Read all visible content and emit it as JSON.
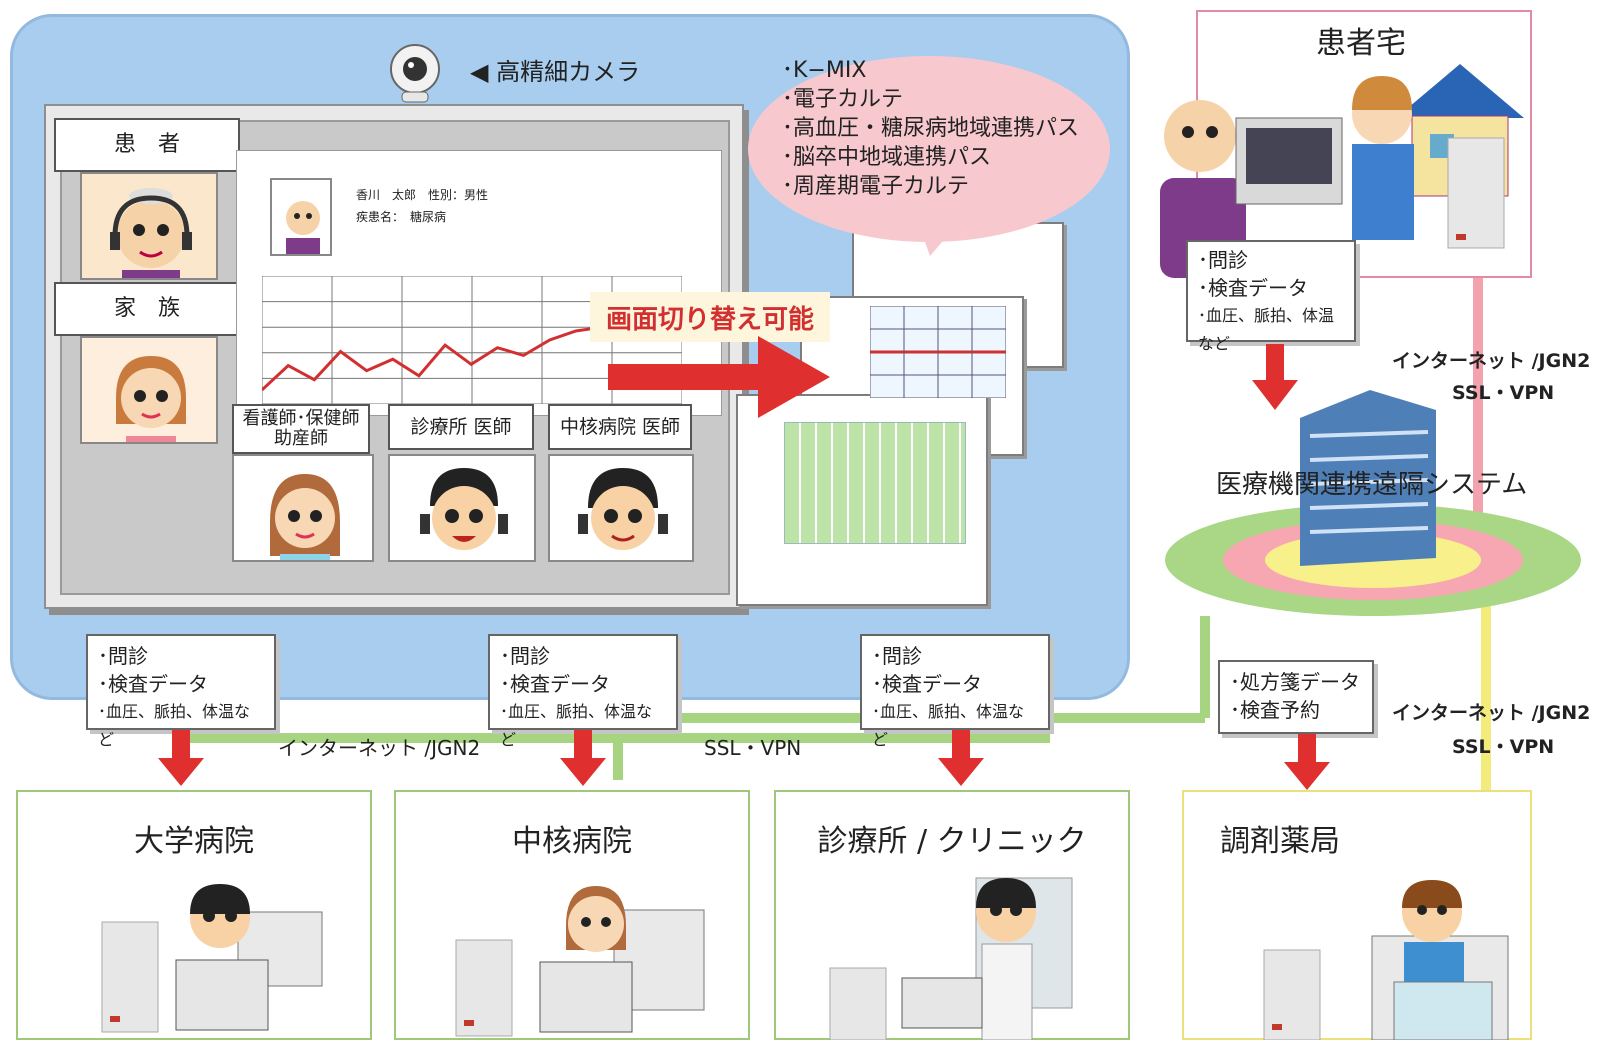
{
  "camera": {
    "label": "◀ 高精細カメラ"
  },
  "monitor": {
    "patient_label": "患　者",
    "family_label": "家　族",
    "nurse_label": "看護師･保健師\n助産師",
    "clinic_doctor_label": "診療所 医師",
    "core_doctor_label": "中核病院 医師",
    "record_line1": "香川　太郎　性別：男性",
    "record_line2": "疾患名：　糖尿病",
    "chart_data": {
      "type": "line",
      "values": [
        11,
        30,
        19,
        41,
        26,
        35,
        22,
        46,
        31,
        44,
        38,
        50,
        57,
        60
      ],
      "ylim": [
        0,
        100
      ],
      "grid": true,
      "color": "#d23030"
    }
  },
  "switch_label": "画面切り替え可能",
  "bubble": {
    "items": [
      "･K−MIX",
      "･電子カルテ",
      "･高血圧・糖尿病地域連携パス",
      "･脳卒中地域連携パス",
      "･周産期電子カルテ"
    ]
  },
  "home": {
    "title": "患者宅"
  },
  "data_box": {
    "line1": "･問診",
    "line2": "･検査データ",
    "line3": "･血圧、脈拍、体温など"
  },
  "network": {
    "internet_right_top": "インターネット /JGN2",
    "ssl_right_top": "SSL・VPN",
    "internet_bottom": "インターネット /JGN2",
    "ssl_bottom": "SSL・VPN",
    "internet_right_bottom": "インターネット /JGN2",
    "ssl_right_bottom": "SSL・VPN"
  },
  "system": {
    "title": "医療機関連携遠隔システム"
  },
  "pharmacy_box": {
    "line1": "･処方箋データ",
    "line2": "･検査予約"
  },
  "destinations": {
    "university": "大学病院",
    "core_hospital": "中核病院",
    "clinic": "診療所 / クリニック",
    "pharmacy": "調剤薬局"
  },
  "colors": {
    "panel": "#a9cdee",
    "arrow": "#e02f2f",
    "green_line": "#9fd07a",
    "pink_line": "#f2a3ad",
    "yellow_line": "#f3ec7a"
  }
}
